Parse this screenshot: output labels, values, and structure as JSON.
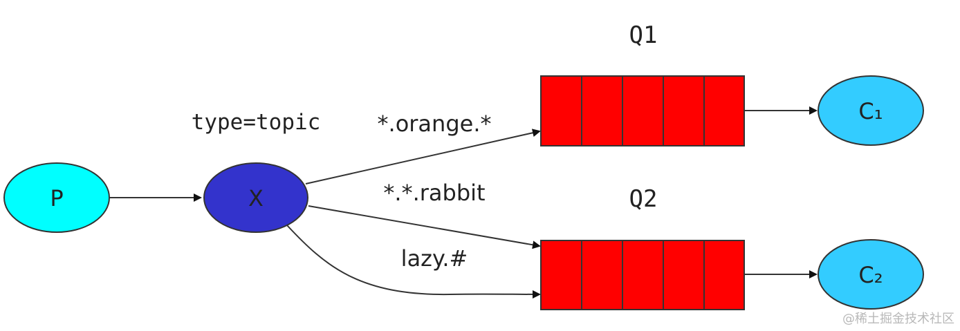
{
  "exchange_type": "type=topic",
  "nodes": {
    "producer": "P",
    "exchange": "X",
    "queue_1": "Q1",
    "queue_2": "Q2",
    "consumer_1": "C₁",
    "consumer_2": "C₂"
  },
  "bindings": [
    {
      "routing_key": "*.orange.*",
      "to": "Q1"
    },
    {
      "routing_key": "*.*.rabbit",
      "to": "Q2"
    },
    {
      "routing_key": "lazy.#",
      "to": "Q2"
    }
  ],
  "colors": {
    "producer": "#00ffff",
    "exchange": "#3333cc",
    "queue": "#ff0000",
    "consumer": "#33ccff",
    "edge": "#333333"
  },
  "watermark": "@稀土掘金技术社区"
}
